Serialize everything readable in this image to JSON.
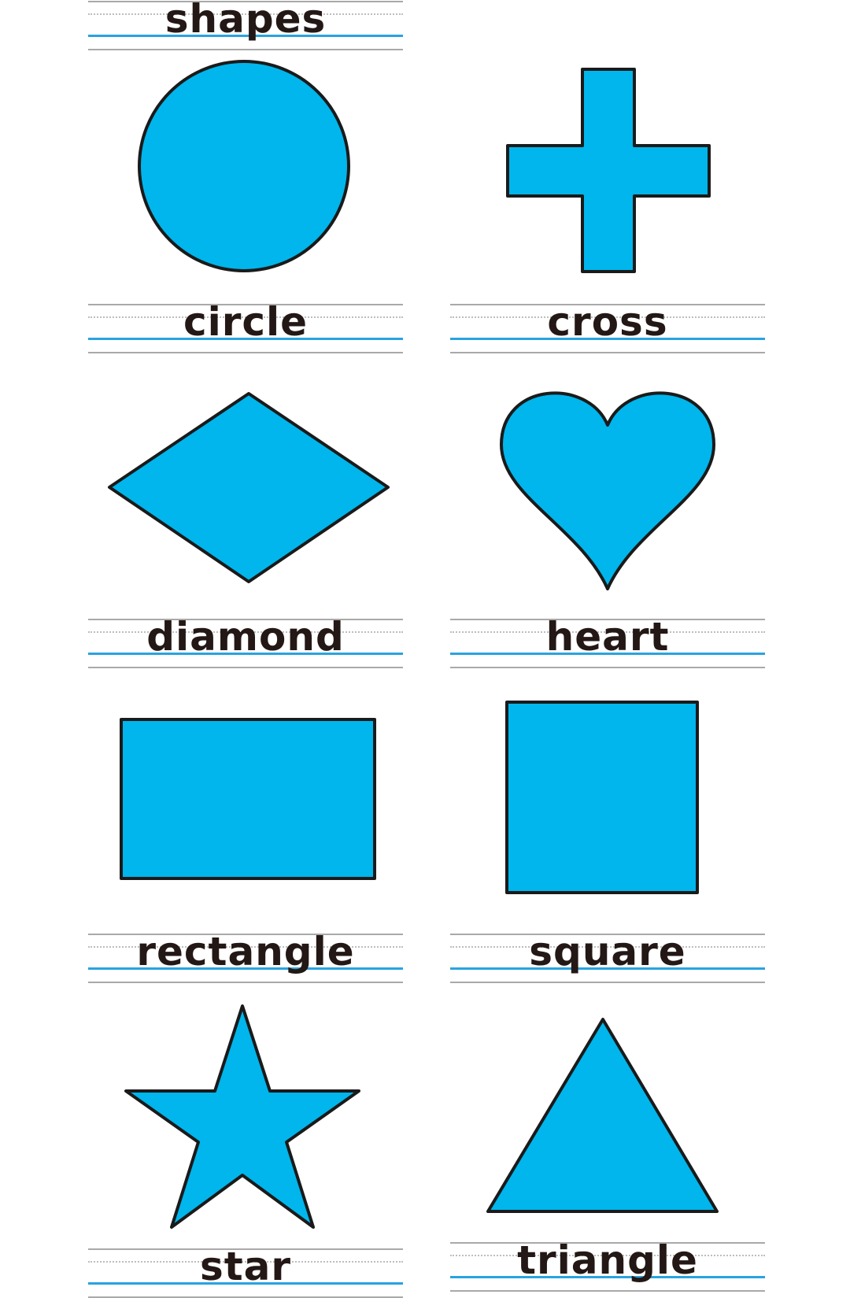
{
  "title": "shapes",
  "shape_fill_color": "#00b6ec",
  "outline_color": "#1a1a1a",
  "text_color": "#231815",
  "baseline_color": "#29a3e0",
  "shapes": [
    {
      "name": "circle"
    },
    {
      "name": "cross"
    },
    {
      "name": "diamond"
    },
    {
      "name": "heart"
    },
    {
      "name": "rectangle"
    },
    {
      "name": "square"
    },
    {
      "name": "star"
    },
    {
      "name": "triangle"
    }
  ]
}
